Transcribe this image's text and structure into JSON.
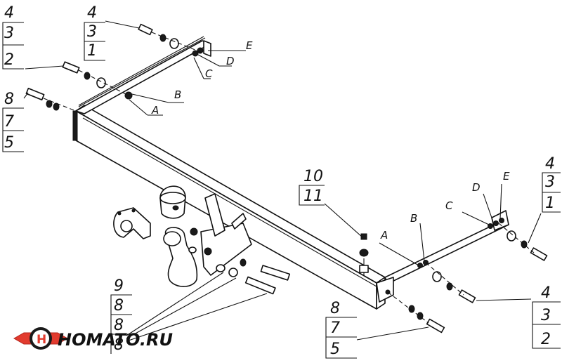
{
  "callouts": {
    "top_left": [
      "4",
      "3",
      "1"
    ],
    "left_mid": [
      "3",
      "2"
    ],
    "left_low": [
      "8",
      "7",
      "5"
    ],
    "right_top": [
      "4",
      "3",
      "1"
    ],
    "right_low": [
      "4",
      "3",
      "2"
    ],
    "center": [
      "10",
      "11"
    ],
    "bottom_mid": [
      "8",
      "7",
      "5"
    ],
    "bottom_left": [
      "9",
      "8",
      "8",
      "8"
    ]
  },
  "letters": {
    "left": {
      "a": "A",
      "b": "B",
      "c": "C",
      "d": "D",
      "e": "E"
    },
    "right": {
      "a": "A",
      "b": "B",
      "c": "C",
      "d": "D",
      "e": "E"
    }
  },
  "logo": {
    "text": "HOMATO.RU"
  }
}
